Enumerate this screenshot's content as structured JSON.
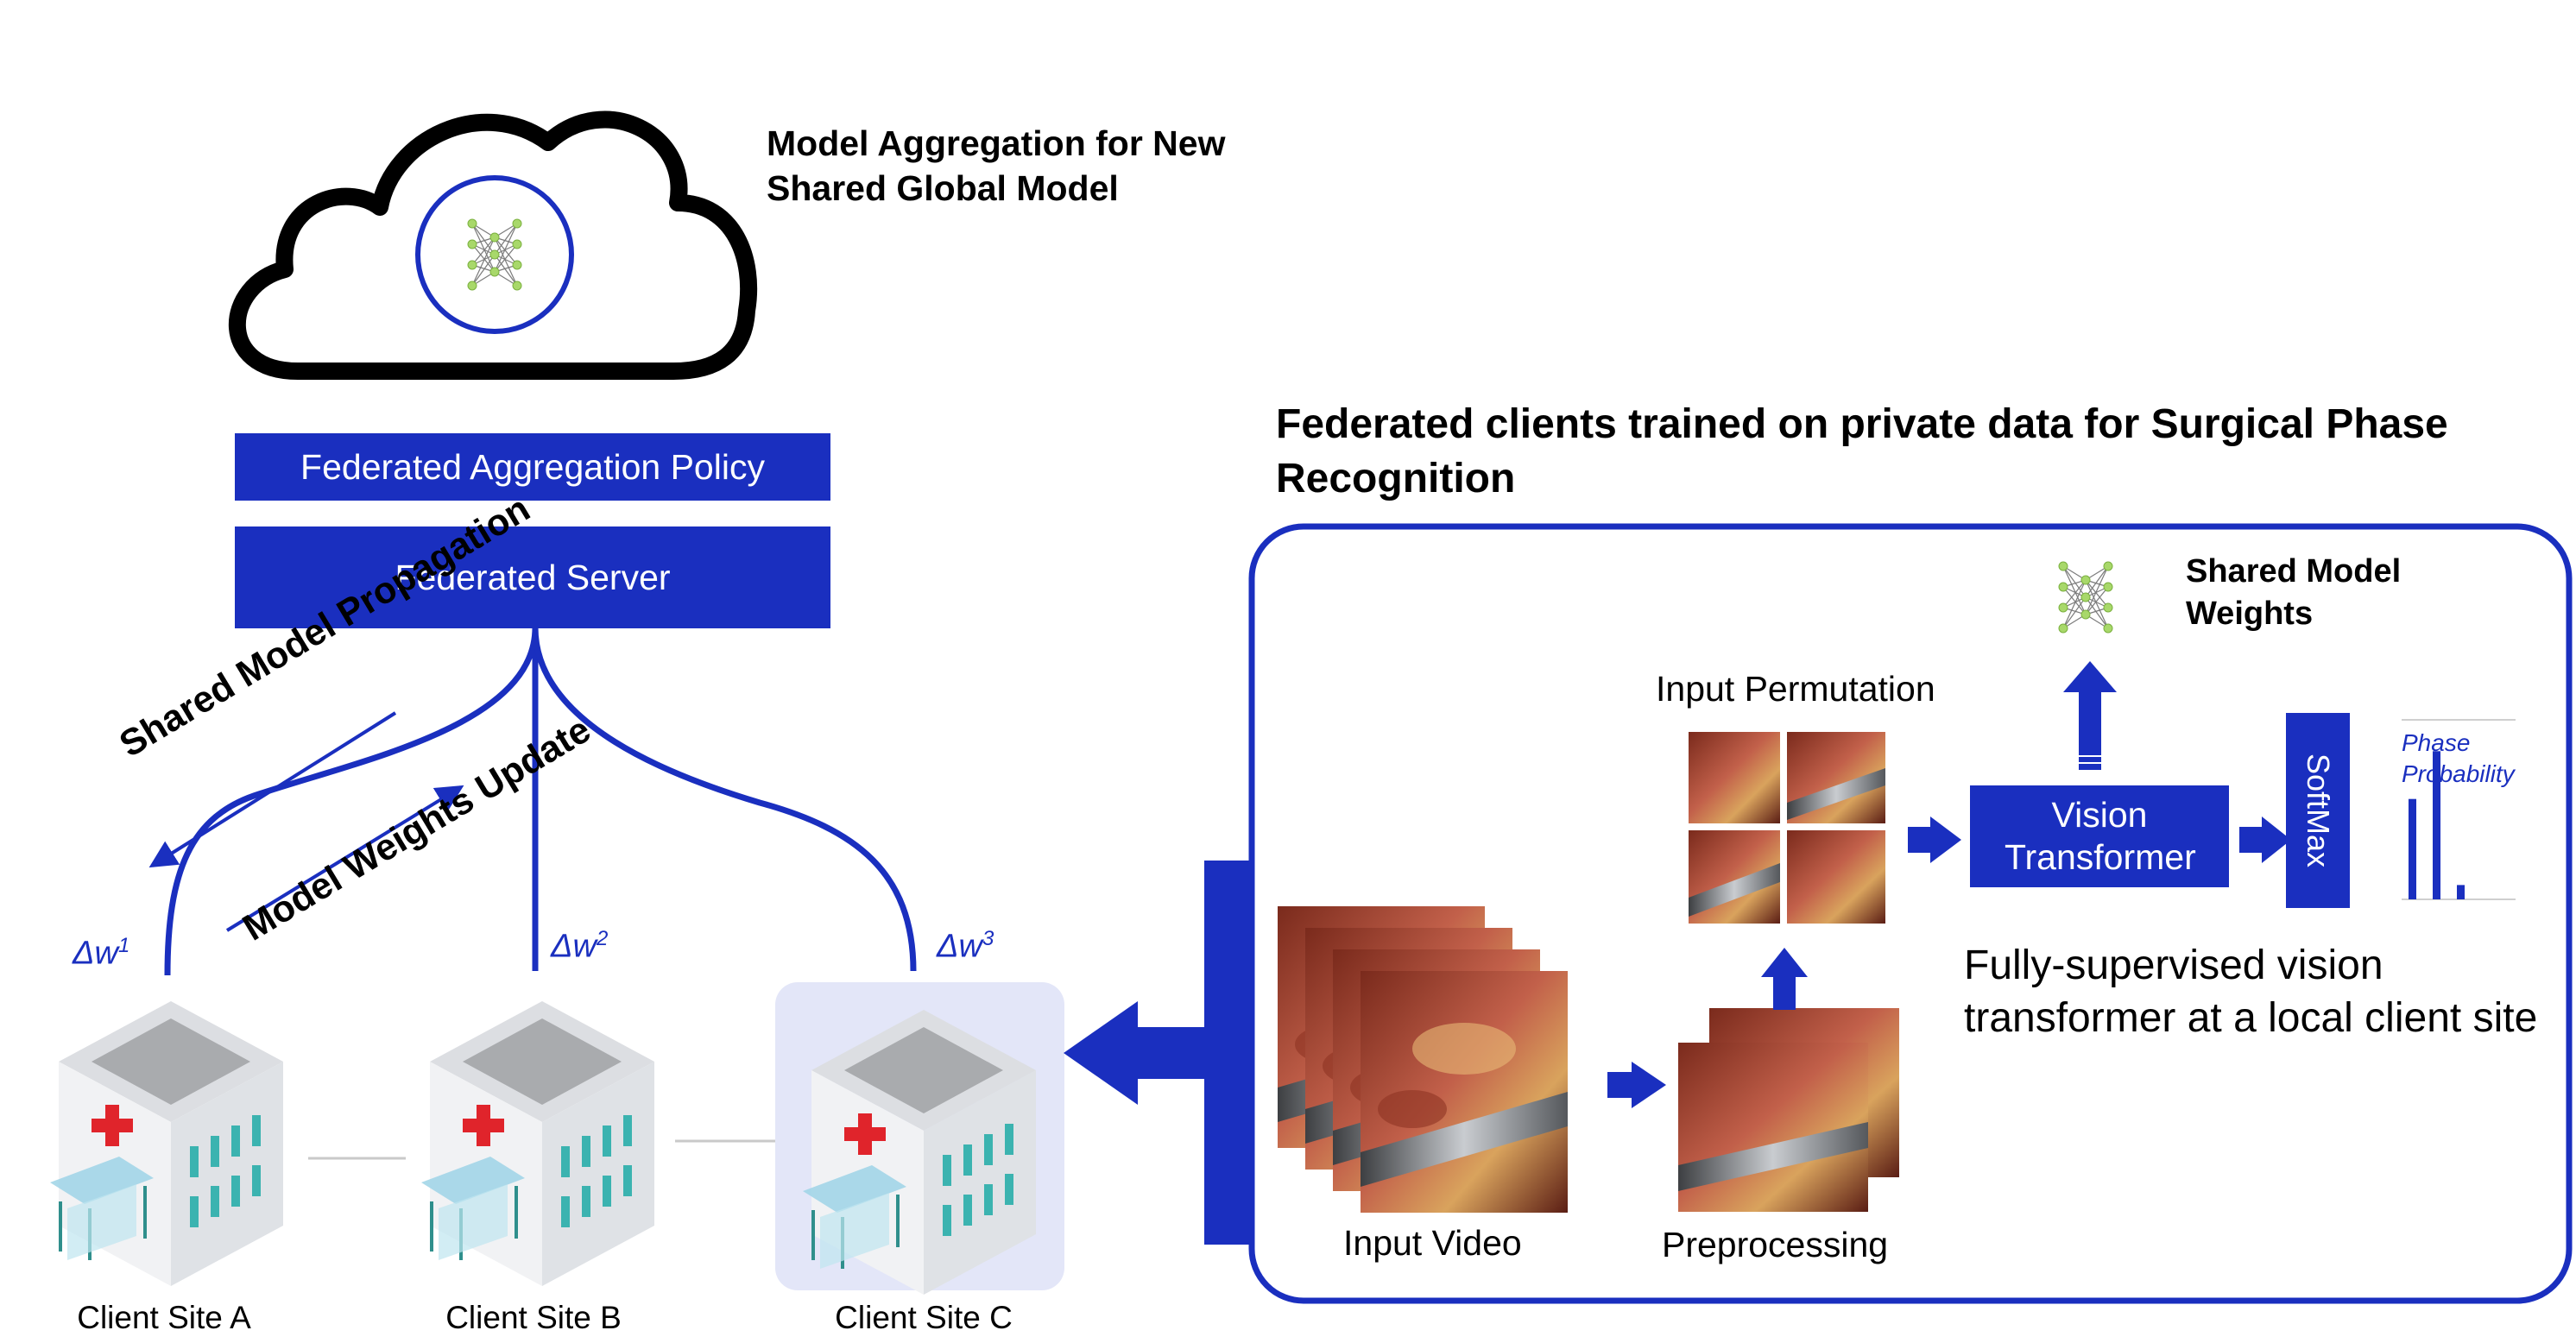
{
  "cloud": {
    "title": "Model Aggregation for New Shared Global Model"
  },
  "server": {
    "policy_label": "Federated Aggregation Policy",
    "server_label": "Federated Server"
  },
  "arrows": {
    "propagation_label": "Shared Model Propagation",
    "update_label": "Model Weights Update"
  },
  "clients": [
    {
      "label": "Client Site A",
      "delta": "Δw",
      "delta_sup": "1"
    },
    {
      "label": "Client Site B",
      "delta": "Δw",
      "delta_sup": "2"
    },
    {
      "label": "Client Site C",
      "delta": "Δw",
      "delta_sup": "3"
    }
  ],
  "panel": {
    "title": "Federated clients trained on private data for Surgical Phase Recognition",
    "shared_weights": "Shared Model Weights",
    "input_permutation": "Input Permutation",
    "vision_transformer": "Vision Transformer",
    "softmax": "SoftMax",
    "phase_probability": "Phase Probability",
    "phase_probability_values": [
      0.42,
      0.62,
      0.06
    ],
    "description": "Fully-supervised vision transformer at a local client site",
    "input_video": "Input Video",
    "preprocessing": "Preprocessing"
  },
  "colors": {
    "accent": "#1a2fbf",
    "node": "#a8d86a",
    "building_wall": "#eef0f3",
    "building_roof": "#a9abae",
    "cross": "#e0242b",
    "window": "#3bb3b0",
    "highlight_bg": "#e3e6f8"
  }
}
